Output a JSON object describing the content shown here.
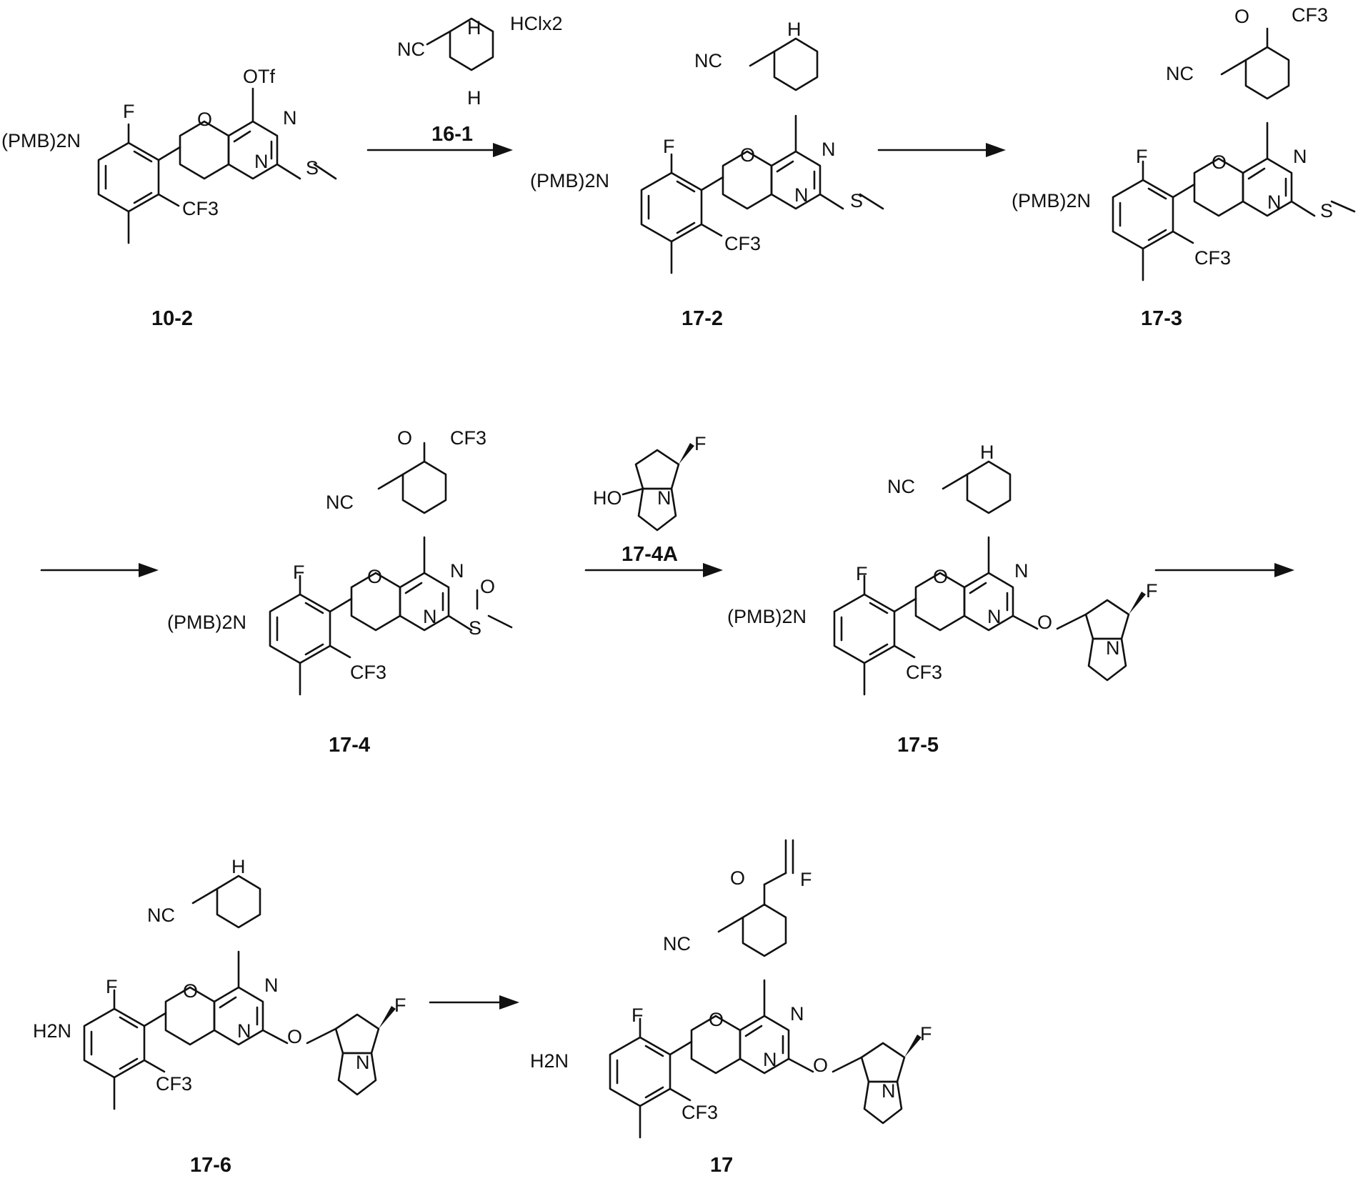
{
  "compounds": {
    "c10_2": "10-2",
    "c17_2": "17-2",
    "c17_3": "17-3",
    "c17_4": "17-4",
    "c17_5": "17-5",
    "c17_6": "17-6",
    "c17": "17"
  },
  "reagents": {
    "r16_1": "16-1",
    "r16_1_salt": "HClx2",
    "r17_4A": "17-4A"
  },
  "atoms": {
    "pmb_amine": "(PMB)2N",
    "amine": "H2N",
    "fluoro": "F",
    "cf3": "CF3",
    "oxygen": "O",
    "nitrogen": "N",
    "sulfur": "S",
    "nitrile": "NC",
    "nh": "H",
    "hydroxyl": "HO",
    "otf": "OTf"
  },
  "colors": {
    "ink": "#111111",
    "background": "#ffffff"
  }
}
